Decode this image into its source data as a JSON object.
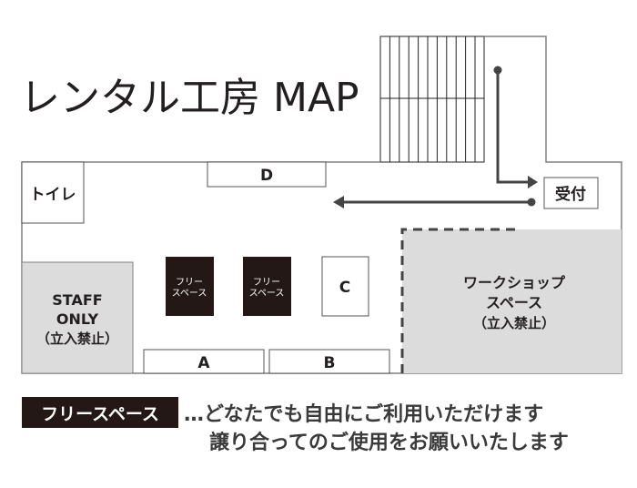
{
  "title": "レンタル工房 MAP",
  "rooms": {
    "toilet": "トイレ",
    "reception": "受付",
    "d": "D",
    "a": "A",
    "b": "B",
    "c": "C",
    "free1": [
      "フリー",
      "スペース"
    ],
    "free2": [
      "フリー",
      "スペース"
    ],
    "staff": [
      "STAFF",
      "ONLY",
      "（立入禁止）"
    ],
    "workshop": [
      "ワークショップ",
      "スペース",
      "（立入禁止）"
    ]
  },
  "legend": {
    "label": "フリースペース",
    "line1": "…どなたでも自由にご利用いただけます",
    "line2": "譲り合ってのご使用をお願いいたします"
  },
  "colors": {
    "dark": "#231815",
    "gray": "#dcdcdc",
    "wall": "#808080"
  }
}
